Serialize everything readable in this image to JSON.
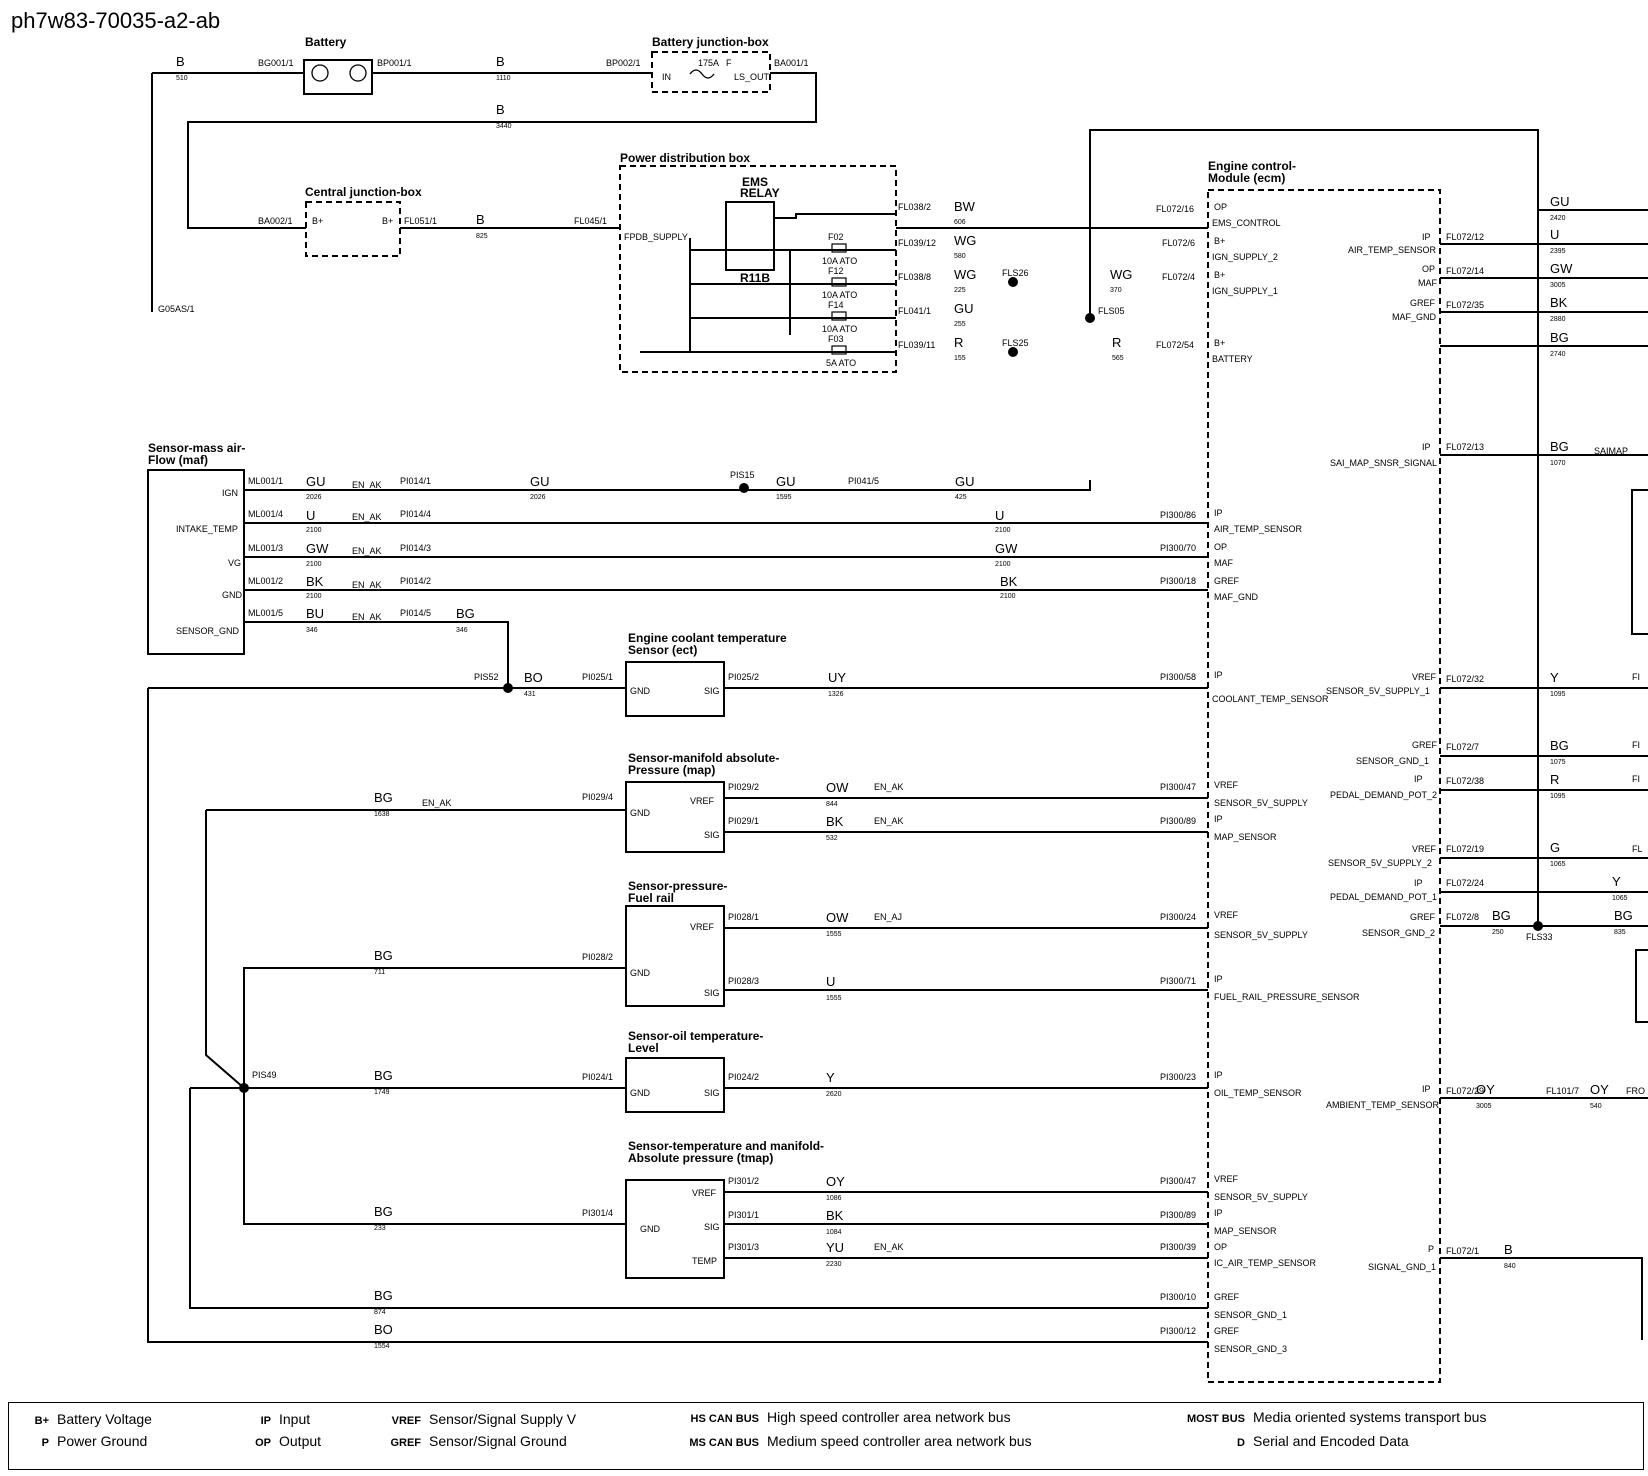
{
  "doc_id": "ph7w83-70035-a2-ab",
  "legend": [
    {
      "code": "B+",
      "text": "Battery Voltage"
    },
    {
      "code": "P",
      "text": "Power Ground"
    },
    {
      "code": "IP",
      "text": "Input"
    },
    {
      "code": "OP",
      "text": "Output"
    },
    {
      "code": "VREF",
      "text": "Sensor/Signal Supply V"
    },
    {
      "code": "GREF",
      "text": "Sensor/Signal Ground"
    },
    {
      "code": "HS CAN BUS",
      "text": "High speed controller area network bus"
    },
    {
      "code": "MS CAN BUS",
      "text": "Medium speed controller area network bus"
    },
    {
      "code": "MOST BUS",
      "text": "Media oriented systems transport bus"
    },
    {
      "code": "D",
      "text": "Serial and Encoded Data"
    }
  ],
  "labels": [
    {
      "t": "Battery",
      "c": "title"
    },
    {
      "t": "Battery junction-box",
      "c": "title"
    },
    {
      "t": "Central junction-box",
      "c": "title"
    },
    {
      "t": "Power distribution box",
      "c": "title"
    },
    {
      "t": "EMS",
      "c": "title"
    },
    {
      "t": "RELAY",
      "c": "title"
    },
    {
      "t": "R11B",
      "c": "title"
    },
    {
      "t": "Engine control-",
      "c": "title"
    },
    {
      "t": "Module (ecm)",
      "c": "title"
    },
    {
      "t": "Sensor-mass air-",
      "c": "title"
    },
    {
      "t": "Flow (maf)",
      "c": "title"
    },
    {
      "t": "Engine coolant temperature",
      "c": "title"
    },
    {
      "t": "Sensor (ect)",
      "c": "title"
    },
    {
      "t": "Sensor-manifold absolute-",
      "c": "title"
    },
    {
      "t": "Pressure (map)",
      "c": "title"
    },
    {
      "t": "Sensor-pressure-",
      "c": "title"
    },
    {
      "t": "Fuel rail",
      "c": "title"
    },
    {
      "t": "Sensor-oil temperature-",
      "c": "title"
    },
    {
      "t": "Level",
      "c": "title"
    },
    {
      "t": "Sensor-temperature and manifold-",
      "c": "title"
    },
    {
      "t": "Absolute pressure (tmap)",
      "c": "title"
    },
    {
      "t": "B",
      "c": "wire"
    },
    {
      "t": "510",
      "c": "num"
    },
    {
      "t": "BG001/1",
      "c": "con"
    },
    {
      "t": "BP001/1",
      "c": "con"
    },
    {
      "t": "B",
      "c": "wire"
    },
    {
      "t": "1110",
      "c": "num"
    },
    {
      "t": "BP002/1",
      "c": "con"
    },
    {
      "t": "IN",
      "c": "pin"
    },
    {
      "t": "175A",
      "c": "con"
    },
    {
      "t": "F",
      "c": "con"
    },
    {
      "t": "LS_OUT",
      "c": "pin"
    },
    {
      "t": "BA001/1",
      "c": "con"
    },
    {
      "t": "B",
      "c": "wire"
    },
    {
      "t": "3440",
      "c": "num"
    },
    {
      "t": "BA002/1",
      "c": "con"
    },
    {
      "t": "B+",
      "c": "pin"
    },
    {
      "t": "B+",
      "c": "pin"
    },
    {
      "t": "FL051/1",
      "c": "con"
    },
    {
      "t": "B",
      "c": "wire"
    },
    {
      "t": "825",
      "c": "num"
    },
    {
      "t": "FL045/1",
      "c": "con"
    },
    {
      "t": "FPDB_SUPPLY",
      "c": "pin"
    },
    {
      "t": "G05AS/1",
      "c": "con"
    },
    {
      "t": "FL038/2",
      "c": "con"
    },
    {
      "t": "BW",
      "c": "wire"
    },
    {
      "t": "606",
      "c": "num"
    },
    {
      "t": "F02",
      "c": "con"
    },
    {
      "t": "10A ATO",
      "c": "con"
    },
    {
      "t": "FL039/12",
      "c": "con"
    },
    {
      "t": "WG",
      "c": "wire"
    },
    {
      "t": "580",
      "c": "num"
    },
    {
      "t": "F12",
      "c": "con"
    },
    {
      "t": "10A ATO",
      "c": "con"
    },
    {
      "t": "FL038/8",
      "c": "con"
    },
    {
      "t": "WG",
      "c": "wire"
    },
    {
      "t": "225",
      "c": "num"
    },
    {
      "t": "FLS26",
      "c": "con"
    },
    {
      "t": "WG",
      "c": "wire"
    },
    {
      "t": "370",
      "c": "num"
    },
    {
      "t": "F14",
      "c": "con"
    },
    {
      "t": "10A ATO",
      "c": "con"
    },
    {
      "t": "FL041/1",
      "c": "con"
    },
    {
      "t": "GU",
      "c": "wire"
    },
    {
      "t": "255",
      "c": "num"
    },
    {
      "t": "FLS05",
      "c": "con"
    },
    {
      "t": "F03",
      "c": "con"
    },
    {
      "t": "5A ATO",
      "c": "con"
    },
    {
      "t": "FL039/11",
      "c": "con"
    },
    {
      "t": "R",
      "c": "wire"
    },
    {
      "t": "155",
      "c": "num"
    },
    {
      "t": "FLS25",
      "c": "con"
    },
    {
      "t": "R",
      "c": "wire"
    },
    {
      "t": "565",
      "c": "num"
    },
    {
      "t": "FL072/16",
      "c": "con"
    },
    {
      "t": "OP",
      "c": "pin"
    },
    {
      "t": "EMS_CONTROL",
      "c": "pin"
    },
    {
      "t": "FL072/6",
      "c": "con"
    },
    {
      "t": "B+",
      "c": "pin"
    },
    {
      "t": "IGN_SUPPLY_2",
      "c": "pin"
    },
    {
      "t": "FL072/4",
      "c": "con"
    },
    {
      "t": "B+",
      "c": "pin"
    },
    {
      "t": "IGN_SUPPLY_1",
      "c": "pin"
    },
    {
      "t": "FL072/54",
      "c": "con"
    },
    {
      "t": "B+",
      "c": "pin"
    },
    {
      "t": "BATTERY",
      "c": "pin"
    },
    {
      "t": "GU",
      "c": "wire"
    },
    {
      "t": "2420",
      "c": "num"
    },
    {
      "t": "AIR_TEMP_SENSOR",
      "c": "pin"
    },
    {
      "t": "IP",
      "c": "pin"
    },
    {
      "t": "FL072/12",
      "c": "con"
    },
    {
      "t": "U",
      "c": "wire"
    },
    {
      "t": "2395",
      "c": "num"
    },
    {
      "t": "OP",
      "c": "pin"
    },
    {
      "t": "MAF",
      "c": "pin"
    },
    {
      "t": "FL072/14",
      "c": "con"
    },
    {
      "t": "GW",
      "c": "wire"
    },
    {
      "t": "3005",
      "c": "num"
    },
    {
      "t": "GREF",
      "c": "pin"
    },
    {
      "t": "MAF_GND",
      "c": "pin"
    },
    {
      "t": "FL072/35",
      "c": "con"
    },
    {
      "t": "BK",
      "c": "wire"
    },
    {
      "t": "2880",
      "c": "num"
    },
    {
      "t": "BG",
      "c": "wire"
    },
    {
      "t": "2740",
      "c": "num"
    },
    {
      "t": "IP",
      "c": "pin"
    },
    {
      "t": "SAI_MAP_SNSR_SIGNAL",
      "c": "pin"
    },
    {
      "t": "FL072/13",
      "c": "con"
    },
    {
      "t": "BG",
      "c": "wire"
    },
    {
      "t": "1070",
      "c": "num"
    },
    {
      "t": "SAIMAP",
      "c": "pin"
    },
    {
      "t": "IGN",
      "c": "pin"
    },
    {
      "t": "ML001/1",
      "c": "con"
    },
    {
      "t": "GU",
      "c": "wire"
    },
    {
      "t": "2026",
      "c": "num"
    },
    {
      "t": "EN_AK",
      "c": "con"
    },
    {
      "t": "PI014/1",
      "c": "con"
    },
    {
      "t": "GU",
      "c": "wire"
    },
    {
      "t": "2026",
      "c": "num"
    },
    {
      "t": "PIS15",
      "c": "con"
    },
    {
      "t": "GU",
      "c": "wire"
    },
    {
      "t": "1595",
      "c": "num"
    },
    {
      "t": "PI041/5",
      "c": "con"
    },
    {
      "t": "GU",
      "c": "wire"
    },
    {
      "t": "425",
      "c": "num"
    },
    {
      "t": "INTAKE_TEMP",
      "c": "pin"
    },
    {
      "t": "ML001/4",
      "c": "con"
    },
    {
      "t": "U",
      "c": "wire"
    },
    {
      "t": "2100",
      "c": "num"
    },
    {
      "t": "EN_AK",
      "c": "con"
    },
    {
      "t": "PI014/4",
      "c": "con"
    },
    {
      "t": "U",
      "c": "wire"
    },
    {
      "t": "2100",
      "c": "num"
    },
    {
      "t": "PI300/86",
      "c": "con"
    },
    {
      "t": "IP",
      "c": "pin"
    },
    {
      "t": "AIR_TEMP_SENSOR",
      "c": "pin"
    },
    {
      "t": "VG",
      "c": "pin"
    },
    {
      "t": "ML001/3",
      "c": "con"
    },
    {
      "t": "GW",
      "c": "wire"
    },
    {
      "t": "2100",
      "c": "num"
    },
    {
      "t": "EN_AK",
      "c": "con"
    },
    {
      "t": "PI014/3",
      "c": "con"
    },
    {
      "t": "GW",
      "c": "wire"
    },
    {
      "t": "2100",
      "c": "num"
    },
    {
      "t": "PI300/70",
      "c": "con"
    },
    {
      "t": "OP",
      "c": "pin"
    },
    {
      "t": "MAF",
      "c": "pin"
    },
    {
      "t": "GND",
      "c": "pin"
    },
    {
      "t": "ML001/2",
      "c": "con"
    },
    {
      "t": "BK",
      "c": "wire"
    },
    {
      "t": "2100",
      "c": "num"
    },
    {
      "t": "EN_AK",
      "c": "con"
    },
    {
      "t": "PI014/2",
      "c": "con"
    },
    {
      "t": "BK",
      "c": "wire"
    },
    {
      "t": "2100",
      "c": "num"
    },
    {
      "t": "PI300/18",
      "c": "con"
    },
    {
      "t": "GREF",
      "c": "pin"
    },
    {
      "t": "MAF_GND",
      "c": "pin"
    },
    {
      "t": "SENSOR_GND",
      "c": "pin"
    },
    {
      "t": "ML001/5",
      "c": "con"
    },
    {
      "t": "BU",
      "c": "wire"
    },
    {
      "t": "346",
      "c": "num"
    },
    {
      "t": "EN_AK",
      "c": "con"
    },
    {
      "t": "PI014/5",
      "c": "con"
    },
    {
      "t": "BG",
      "c": "wire"
    },
    {
      "t": "346",
      "c": "num"
    },
    {
      "t": "PIS52",
      "c": "con"
    },
    {
      "t": "BO",
      "c": "wire"
    },
    {
      "t": "431",
      "c": "num"
    },
    {
      "t": "PI025/1",
      "c": "con"
    },
    {
      "t": "GND",
      "c": "pin"
    },
    {
      "t": "SIG",
      "c": "pin"
    },
    {
      "t": "PI025/2",
      "c": "con"
    },
    {
      "t": "UY",
      "c": "wire"
    },
    {
      "t": "1326",
      "c": "num"
    },
    {
      "t": "PI300/58",
      "c": "con"
    },
    {
      "t": "IP",
      "c": "pin"
    },
    {
      "t": "COOLANT_TEMP_SENSOR",
      "c": "pin"
    },
    {
      "t": "SENSOR_5V_SUPPLY_1",
      "c": "pin"
    },
    {
      "t": "VREF",
      "c": "pin"
    },
    {
      "t": "FL072/32",
      "c": "con"
    },
    {
      "t": "Y",
      "c": "wire"
    },
    {
      "t": "1095",
      "c": "num"
    },
    {
      "t": "FI",
      "c": "con"
    },
    {
      "t": "BG",
      "c": "wire"
    },
    {
      "t": "1638",
      "c": "num"
    },
    {
      "t": "EN_AK",
      "c": "con"
    },
    {
      "t": "PI029/4",
      "c": "con"
    },
    {
      "t": "GND",
      "c": "pin"
    },
    {
      "t": "VREF",
      "c": "pin"
    },
    {
      "t": "SIG",
      "c": "pin"
    },
    {
      "t": "PI029/2",
      "c": "con"
    },
    {
      "t": "OW",
      "c": "wire"
    },
    {
      "t": "844",
      "c": "num"
    },
    {
      "t": "EN_AK",
      "c": "con"
    },
    {
      "t": "PI300/47",
      "c": "con"
    },
    {
      "t": "VREF",
      "c": "pin"
    },
    {
      "t": "SENSOR_5V_SUPPLY",
      "c": "pin"
    },
    {
      "t": "PI029/1",
      "c": "con"
    },
    {
      "t": "BK",
      "c": "wire"
    },
    {
      "t": "532",
      "c": "num"
    },
    {
      "t": "EN_AK",
      "c": "con"
    },
    {
      "t": "PI300/89",
      "c": "con"
    },
    {
      "t": "IP",
      "c": "pin"
    },
    {
      "t": "MAP_SENSOR",
      "c": "pin"
    },
    {
      "t": "GREF",
      "c": "pin"
    },
    {
      "t": "SENSOR_GND_1",
      "c": "pin"
    },
    {
      "t": "FL072/7",
      "c": "con"
    },
    {
      "t": "BG",
      "c": "wire"
    },
    {
      "t": "1075",
      "c": "num"
    },
    {
      "t": "FI",
      "c": "con"
    },
    {
      "t": "IP",
      "c": "pin"
    },
    {
      "t": "PEDAL_DEMAND_POT_2",
      "c": "pin"
    },
    {
      "t": "FL072/38",
      "c": "con"
    },
    {
      "t": "R",
      "c": "wire"
    },
    {
      "t": "1095",
      "c": "num"
    },
    {
      "t": "FI",
      "c": "con"
    },
    {
      "t": "BG",
      "c": "wire"
    },
    {
      "t": "711",
      "c": "num"
    },
    {
      "t": "PI028/2",
      "c": "con"
    },
    {
      "t": "GND",
      "c": "pin"
    },
    {
      "t": "VREF",
      "c": "pin"
    },
    {
      "t": "SIG",
      "c": "pin"
    },
    {
      "t": "PI028/1",
      "c": "con"
    },
    {
      "t": "OW",
      "c": "wire"
    },
    {
      "t": "1555",
      "c": "num"
    },
    {
      "t": "EN_AJ",
      "c": "con"
    },
    {
      "t": "PI300/24",
      "c": "con"
    },
    {
      "t": "VREF",
      "c": "pin"
    },
    {
      "t": "SENSOR_5V_SUPPLY",
      "c": "pin"
    },
    {
      "t": "PI028/3",
      "c": "con"
    },
    {
      "t": "U",
      "c": "wire"
    },
    {
      "t": "1555",
      "c": "num"
    },
    {
      "t": "PI300/71",
      "c": "con"
    },
    {
      "t": "IP",
      "c": "pin"
    },
    {
      "t": "FUEL_RAIL_PRESSURE_SENSOR",
      "c": "pin"
    },
    {
      "t": "VREF",
      "c": "pin"
    },
    {
      "t": "SENSOR_5V_SUPPLY_2",
      "c": "pin"
    },
    {
      "t": "FL072/19",
      "c": "con"
    },
    {
      "t": "G",
      "c": "wire"
    },
    {
      "t": "1065",
      "c": "num"
    },
    {
      "t": "FL",
      "c": "con"
    },
    {
      "t": "IP",
      "c": "pin"
    },
    {
      "t": "PEDAL_DEMAND_POT_1",
      "c": "pin"
    },
    {
      "t": "FL072/24",
      "c": "con"
    },
    {
      "t": "Y",
      "c": "wire"
    },
    {
      "t": "1065",
      "c": "num"
    },
    {
      "t": "GREF",
      "c": "pin"
    },
    {
      "t": "SENSOR_GND_2",
      "c": "pin"
    },
    {
      "t": "FL072/8",
      "c": "con"
    },
    {
      "t": "BG",
      "c": "wire"
    },
    {
      "t": "250",
      "c": "num"
    },
    {
      "t": "FLS33",
      "c": "con"
    },
    {
      "t": "BG",
      "c": "wire"
    },
    {
      "t": "835",
      "c": "num"
    },
    {
      "t": "PIS49",
      "c": "con"
    },
    {
      "t": "BG",
      "c": "wire"
    },
    {
      "t": "1749",
      "c": "num"
    },
    {
      "t": "PI024/1",
      "c": "con"
    },
    {
      "t": "GND",
      "c": "pin"
    },
    {
      "t": "SIG",
      "c": "pin"
    },
    {
      "t": "PI024/2",
      "c": "con"
    },
    {
      "t": "Y",
      "c": "wire"
    },
    {
      "t": "2620",
      "c": "num"
    },
    {
      "t": "PI300/23",
      "c": "con"
    },
    {
      "t": "IP",
      "c": "pin"
    },
    {
      "t": "OIL_TEMP_SENSOR",
      "c": "pin"
    },
    {
      "t": "IP",
      "c": "pin"
    },
    {
      "t": "AMBIENT_TEMP_SENSOR",
      "c": "pin"
    },
    {
      "t": "FL072/29",
      "c": "con"
    },
    {
      "t": "OY",
      "c": "wire"
    },
    {
      "t": "3005",
      "c": "num"
    },
    {
      "t": "FL101/7",
      "c": "con"
    },
    {
      "t": "OY",
      "c": "wire"
    },
    {
      "t": "540",
      "c": "num"
    },
    {
      "t": "FRO",
      "c": "con"
    },
    {
      "t": "BG",
      "c": "wire"
    },
    {
      "t": "233",
      "c": "num"
    },
    {
      "t": "PI301/4",
      "c": "con"
    },
    {
      "t": "GND",
      "c": "pin"
    },
    {
      "t": "VREF",
      "c": "pin"
    },
    {
      "t": "SIG",
      "c": "pin"
    },
    {
      "t": "TEMP",
      "c": "pin"
    },
    {
      "t": "PI301/2",
      "c": "con"
    },
    {
      "t": "OY",
      "c": "wire"
    },
    {
      "t": "1086",
      "c": "num"
    },
    {
      "t": "PI300/47",
      "c": "con"
    },
    {
      "t": "VREF",
      "c": "pin"
    },
    {
      "t": "SENSOR_5V_SUPPLY",
      "c": "pin"
    },
    {
      "t": "PI301/1",
      "c": "con"
    },
    {
      "t": "BK",
      "c": "wire"
    },
    {
      "t": "1084",
      "c": "num"
    },
    {
      "t": "PI300/89",
      "c": "con"
    },
    {
      "t": "IP",
      "c": "pin"
    },
    {
      "t": "MAP_SENSOR",
      "c": "pin"
    },
    {
      "t": "PI301/3",
      "c": "con"
    },
    {
      "t": "YU",
      "c": "wire"
    },
    {
      "t": "2230",
      "c": "num"
    },
    {
      "t": "EN_AK",
      "c": "con"
    },
    {
      "t": "PI300/39",
      "c": "con"
    },
    {
      "t": "OP",
      "c": "pin"
    },
    {
      "t": "IC_AIR_TEMP_SENSOR",
      "c": "pin"
    },
    {
      "t": "P",
      "c": "pin"
    },
    {
      "t": "SIGNAL_GND_1",
      "c": "pin"
    },
    {
      "t": "FL072/1",
      "c": "con"
    },
    {
      "t": "B",
      "c": "wire"
    },
    {
      "t": "840",
      "c": "num"
    },
    {
      "t": "BG",
      "c": "wire"
    },
    {
      "t": "874",
      "c": "num"
    },
    {
      "t": "PI300/10",
      "c": "con"
    },
    {
      "t": "GREF",
      "c": "pin"
    },
    {
      "t": "SENSOR_GND_1",
      "c": "pin"
    },
    {
      "t": "BO",
      "c": "wire"
    },
    {
      "t": "1554",
      "c": "num"
    },
    {
      "t": "PI300/12",
      "c": "con"
    },
    {
      "t": "GREF",
      "c": "pin"
    },
    {
      "t": "SENSOR_GND_3",
      "c": "pin"
    }
  ]
}
